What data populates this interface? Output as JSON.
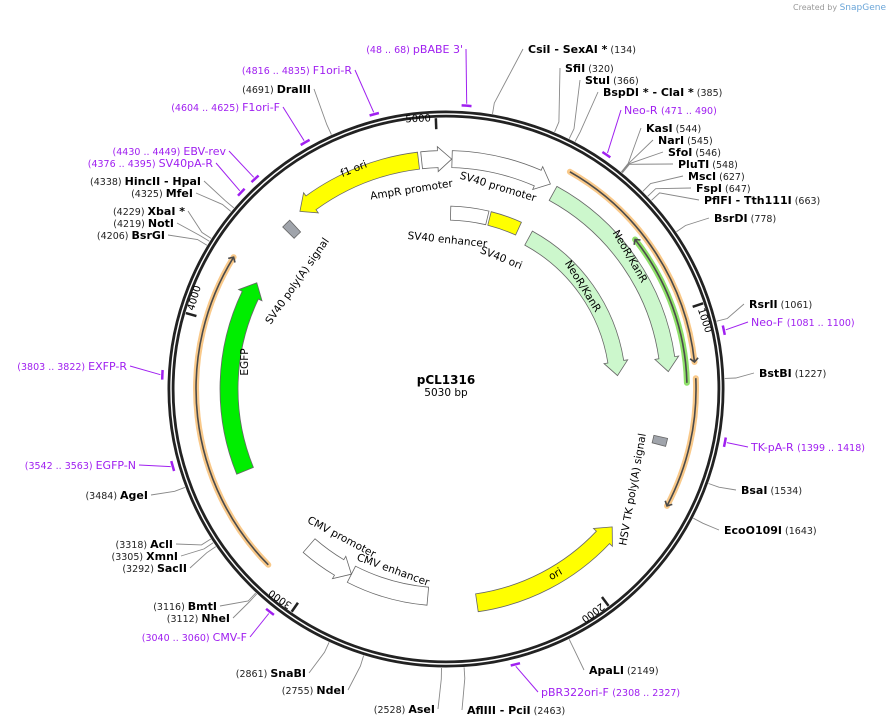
{
  "credit": {
    "prefix": "Created by",
    "brand": "SnapGene"
  },
  "plasmid": {
    "name": "pCL1316",
    "length_label": "5030 bp",
    "length_bp": 5030
  },
  "colors": {
    "backbone": "#222222",
    "primer": "#a020f0",
    "orf": "#f9c98a",
    "feature_yellow": "#ffff00",
    "feature_green": "#00ee00",
    "feature_light_green": "#ccf7cc",
    "feature_gray": "#a0a4ab"
  },
  "ticks": [
    1000,
    2000,
    3000,
    4000,
    5000
  ],
  "features": [
    {
      "name": "f1 ori",
      "start": 4479,
      "end": 4934,
      "direction": -1,
      "color": "#ffff00"
    },
    {
      "name": "AmpR promoter",
      "start": 4945,
      "end": 20,
      "direction": 1,
      "color": "#ffffff"
    },
    {
      "name": "SV40 promoter",
      "start": 21,
      "end": 377,
      "direction": 1,
      "color": "#ffffff"
    },
    {
      "name": "SV40 enhancer",
      "start": 21,
      "end": 190,
      "direction": 0,
      "color": "#ffffff"
    },
    {
      "name": "SV40 ori",
      "start": 200,
      "end": 340,
      "direction": 0,
      "color": "#ffff00"
    },
    {
      "name": "NeoR/KanR",
      "start": 401,
      "end": 1195,
      "direction": 1,
      "color": "#ccf7cc"
    },
    {
      "name": "NeoR/KanR",
      "start": 401,
      "end": 1195,
      "direction": 1,
      "color": "#ccf7cc"
    },
    {
      "name": "HSV TK poly(A) signal",
      "start": 1433,
      "end": 1462,
      "direction": 0,
      "color": "#a0a4ab"
    },
    {
      "name": "ori",
      "start": 1812,
      "end": 2400,
      "direction": -1,
      "color": "#ffff00"
    },
    {
      "name": "CMV enhancer",
      "start": 2585,
      "end": 2893,
      "direction": 0,
      "color": "#ffffff"
    },
    {
      "name": "CMV promoter",
      "start": 2893,
      "end": 3090,
      "direction": -1,
      "color": "#ffffff"
    },
    {
      "name": "EGFP",
      "start": 3463,
      "end": 4182,
      "direction": 1,
      "color": "#00ee00"
    },
    {
      "name": "SV40 poly(A) signal",
      "start": 4398,
      "end": 4432,
      "direction": 0,
      "color": "#a0a4ab"
    }
  ],
  "orfs": [
    {
      "start": 415,
      "end": 1171,
      "direction": 1,
      "color": "#f9c98a"
    },
    {
      "start": 1223,
      "end": 1647,
      "direction": 1,
      "color": "#f9c98a"
    },
    {
      "start": 3148,
      "end": 4217,
      "direction": 1,
      "color": "#f9c98a"
    },
    {
      "start": 722,
      "end": 1237,
      "direction": -1,
      "color": "#8fe06a"
    }
  ],
  "sites": [
    {
      "name": "CsiI  - SexAI *",
      "pos": 134
    },
    {
      "name": "SfiI",
      "pos": 320
    },
    {
      "name": "StuI",
      "pos": 366
    },
    {
      "name": "BspDI * - ClaI *",
      "pos": 385
    },
    {
      "name": "KasI",
      "pos": 544
    },
    {
      "name": "NarI",
      "pos": 545
    },
    {
      "name": "SfoI",
      "pos": 546
    },
    {
      "name": "PluTI",
      "pos": 548
    },
    {
      "name": "MscI",
      "pos": 627
    },
    {
      "name": "FspI",
      "pos": 647
    },
    {
      "name": "PflFI  - Tth111I",
      "pos": 663
    },
    {
      "name": "BsrDI",
      "pos": 778
    },
    {
      "name": "RsrII",
      "pos": 1061
    },
    {
      "name": "BstBI",
      "pos": 1227
    },
    {
      "name": "BsaI",
      "pos": 1534
    },
    {
      "name": "EcoO109I",
      "pos": 1643
    },
    {
      "name": "ApaLI",
      "pos": 2149
    },
    {
      "name": "AflIII  - PciI",
      "pos": 2463
    },
    {
      "name": "AseI",
      "pos": 2528
    },
    {
      "name": "NdeI",
      "pos": 2755
    },
    {
      "name": "SnaBI",
      "pos": 2861
    },
    {
      "name": "NheI",
      "pos": 3112
    },
    {
      "name": "BmtI",
      "pos": 3116
    },
    {
      "name": "SacII",
      "pos": 3292
    },
    {
      "name": "XmnI",
      "pos": 3305
    },
    {
      "name": "AclI",
      "pos": 3318
    },
    {
      "name": "AgeI",
      "pos": 3484
    },
    {
      "name": "BsrGI",
      "pos": 4206
    },
    {
      "name": "NotI",
      "pos": 4219
    },
    {
      "name": "XbaI *",
      "pos": 4229
    },
    {
      "name": "MfeI",
      "pos": 4325
    },
    {
      "name": "HincII  - HpaI",
      "pos": 4338
    },
    {
      "name": "DraIII",
      "pos": 4691
    }
  ],
  "primers": [
    {
      "name": "pBABE 3'",
      "range": "(48 .. 68)",
      "start": 48,
      "end": 68
    },
    {
      "name": "Neo-R",
      "range": "(471 .. 490)",
      "start": 471,
      "end": 490
    },
    {
      "name": "Neo-F",
      "range": "(1081 .. 1100)",
      "start": 1081,
      "end": 1100
    },
    {
      "name": "TK-pA-R",
      "range": "(1399 .. 1418)",
      "start": 1399,
      "end": 1418
    },
    {
      "name": "pBR322ori-F",
      "range": "(2308 .. 2327)",
      "start": 2308,
      "end": 2327
    },
    {
      "name": "CMV-F",
      "range": "(3040 .. 3060)",
      "start": 3040,
      "end": 3060
    },
    {
      "name": "EGFP-N",
      "range": "(3542 .. 3563)",
      "start": 3542,
      "end": 3563
    },
    {
      "name": "EXFP-R",
      "range": "(3803 .. 3822)",
      "start": 3803,
      "end": 3822
    },
    {
      "name": "SV40pA-R",
      "range": "(4376 .. 4395)",
      "start": 4376,
      "end": 4395
    },
    {
      "name": "EBV-rev",
      "range": "(4430 .. 4449)",
      "start": 4430,
      "end": 4449
    },
    {
      "name": "F1ori-F",
      "range": "(4604 .. 4625)",
      "start": 4604,
      "end": 4625
    },
    {
      "name": "F1ori-R",
      "range": "(4816 .. 4835)",
      "start": 4816,
      "end": 4835
    }
  ]
}
